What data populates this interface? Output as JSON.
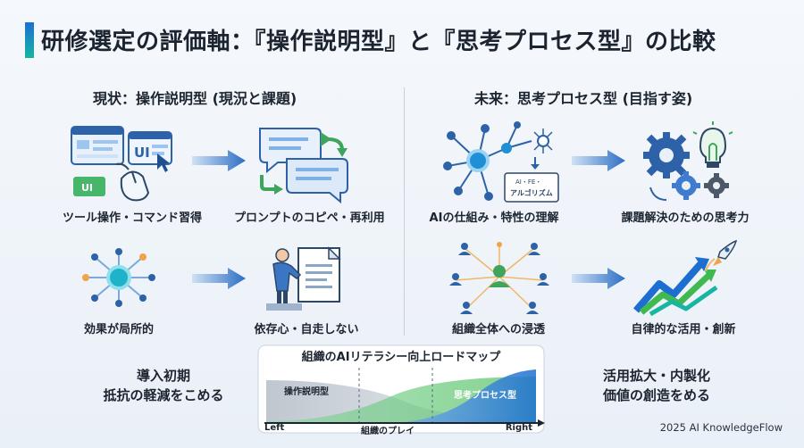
{
  "title": "研修選定の評価軸：『操作説明型』と『思考プロセス型』の比較",
  "left": {
    "heading": "現状：操作説明型 (現況と課題)",
    "items": [
      {
        "label": "ツール操作・コマンド習得",
        "icon_text": "UI",
        "icon_badge": "UI"
      },
      {
        "label": "プロンプトのコピペ・再利用"
      },
      {
        "label": "効果が局所的"
      },
      {
        "label": "依存心・自走しない"
      }
    ]
  },
  "right": {
    "heading": "未来：思考プロセス型 (目指す姿)",
    "items": [
      {
        "label": "AIの仕組み・特性の理解",
        "icon_text_1": "AI・FE・",
        "icon_text_2": "アルゴリズム"
      },
      {
        "label": "課題解決のための思考力"
      },
      {
        "label": "組織全体への浸透"
      },
      {
        "label": "自律的な活用・創新"
      }
    ]
  },
  "bottom_left": {
    "line1": "導入初期",
    "line2": "抵抗の軽減をこめる"
  },
  "bottom_right": {
    "line1": "活用拡大・内製化",
    "line2": "価値の創造をめる"
  },
  "roadmap": {
    "title": "組織のAIリテラシー向上ロードマップ",
    "curve1_label": "操作説明型",
    "curve2_label": "思考プロセス型",
    "axis_left": "Left",
    "axis_center": "組織のプレイ",
    "axis_right": "Right"
  },
  "footer": "2025 AI KnowledgeFlow",
  "colors": {
    "accent_blue": "#1c6fd1",
    "accent_teal": "#18b5a3",
    "accent_green": "#3fb950"
  }
}
